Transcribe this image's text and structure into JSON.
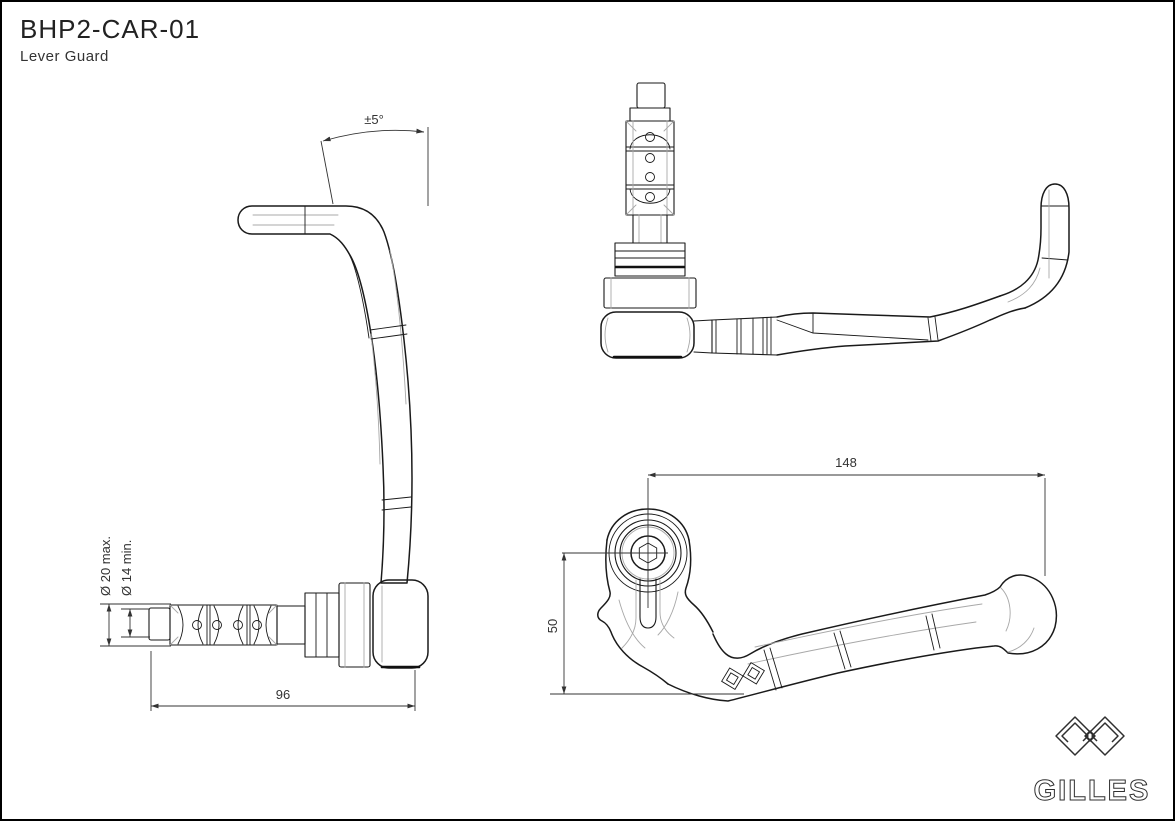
{
  "header": {
    "part_number": "BHP2-CAR-01",
    "part_name": "Lever Guard"
  },
  "dimensions": {
    "side_view": {
      "angle_tolerance": "±5°",
      "clamp_dia_max": "Ø 20 max.",
      "clamp_dia_min": "Ø 14 min.",
      "insert_length": "96"
    },
    "front_view": {
      "overall_length": "148",
      "drop_height": "50"
    }
  },
  "logo": {
    "brand": "GILLES"
  },
  "colors": {
    "paper": "#ffffff",
    "line": "#1a1a1a",
    "light_line": "#a8a8a8",
    "dimension": "#333333",
    "border": "#000000"
  }
}
